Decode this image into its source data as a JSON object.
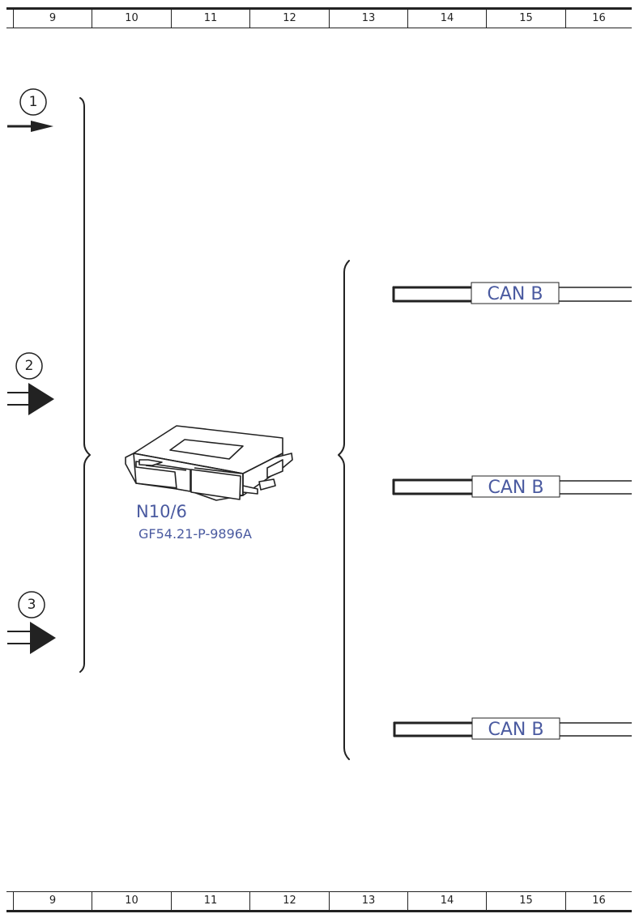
{
  "ruler": {
    "columns": [
      "9",
      "10",
      "11",
      "12",
      "13",
      "14",
      "15",
      "16"
    ]
  },
  "connectors": [
    {
      "number": "1"
    },
    {
      "number": "2"
    },
    {
      "number": "3"
    }
  ],
  "module": {
    "name": "N10/6",
    "reference": "GF54.21-P-9896A"
  },
  "bus_lines": [
    {
      "label": "CAN B"
    },
    {
      "label": "CAN B"
    },
    {
      "label": "CAN B"
    }
  ],
  "colors": {
    "line": "#222222",
    "label_blue": "#4a5aa0"
  }
}
